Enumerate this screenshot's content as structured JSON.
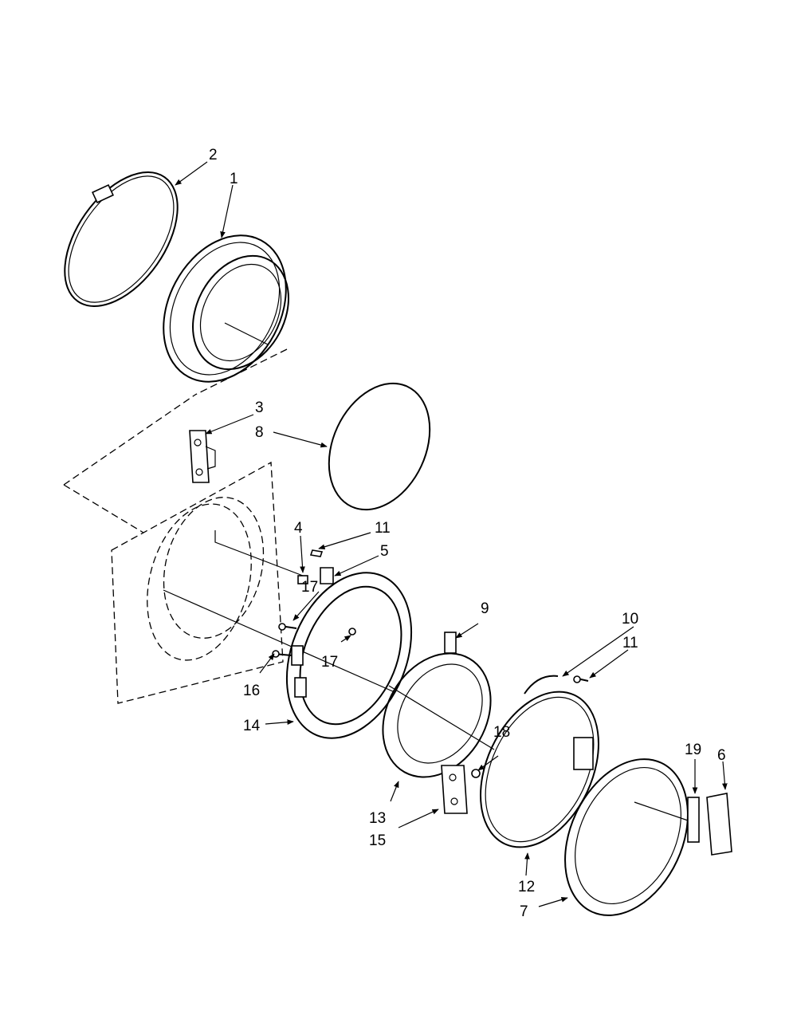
{
  "labels": [
    "1",
    "2",
    "3",
    "4",
    "5",
    "6",
    "7",
    "8",
    "9",
    "10",
    "11",
    "12",
    "13",
    "14",
    "15",
    "16",
    "17",
    "18",
    "19"
  ]
}
